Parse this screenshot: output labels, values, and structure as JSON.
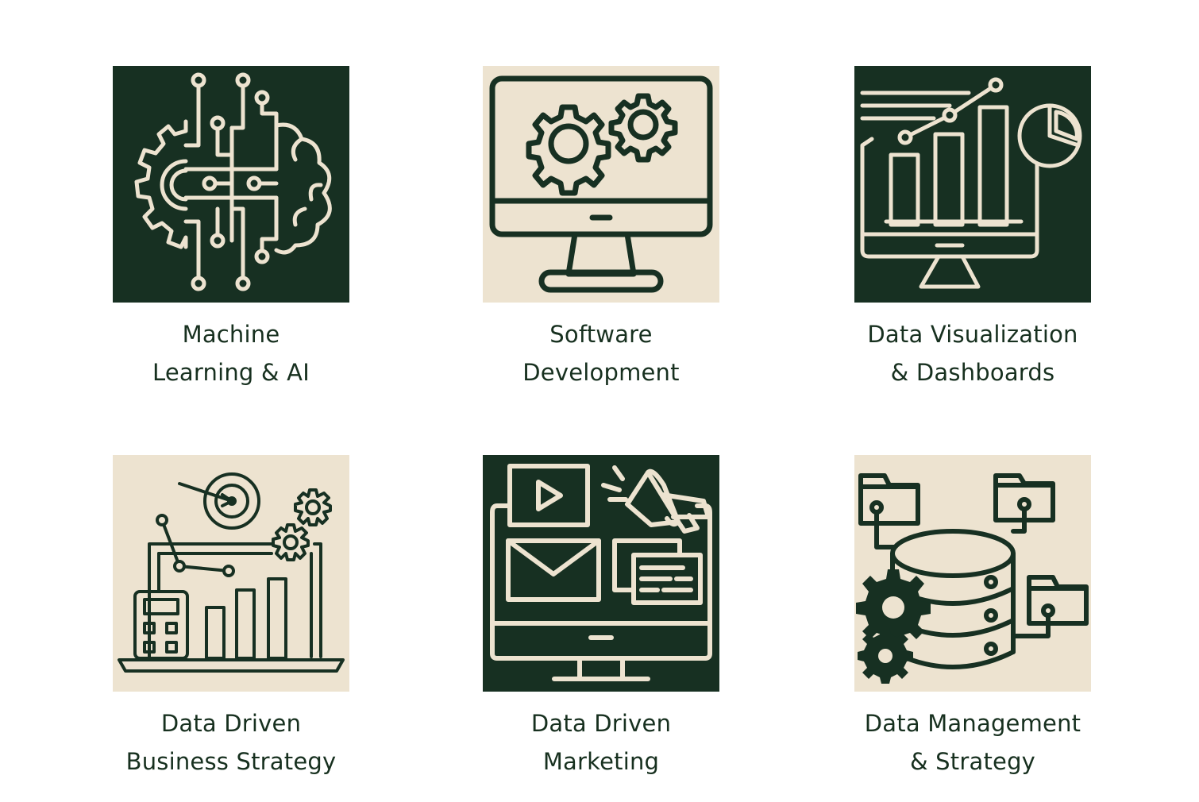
{
  "services": [
    {
      "line1": "Machine",
      "line2": "Learning & AI",
      "icon": "ml-ai-icon",
      "theme": "dark"
    },
    {
      "line1": "Software",
      "line2": "Development",
      "icon": "software-development-icon",
      "theme": "light"
    },
    {
      "line1": "Data Visualization",
      "line2": "& Dashboards",
      "icon": "data-visualization-icon",
      "theme": "dark"
    },
    {
      "line1": "Data Driven",
      "line2": "Business Strategy",
      "icon": "business-strategy-icon",
      "theme": "light"
    },
    {
      "line1": "Data Driven",
      "line2": "Marketing",
      "icon": "marketing-icon",
      "theme": "dark"
    },
    {
      "line1": "Data Management",
      "line2": "& Strategy",
      "icon": "data-management-icon",
      "theme": "light"
    }
  ],
  "colors": {
    "dark": "#173022",
    "light": "#ede3d0",
    "text": "#17301f"
  }
}
